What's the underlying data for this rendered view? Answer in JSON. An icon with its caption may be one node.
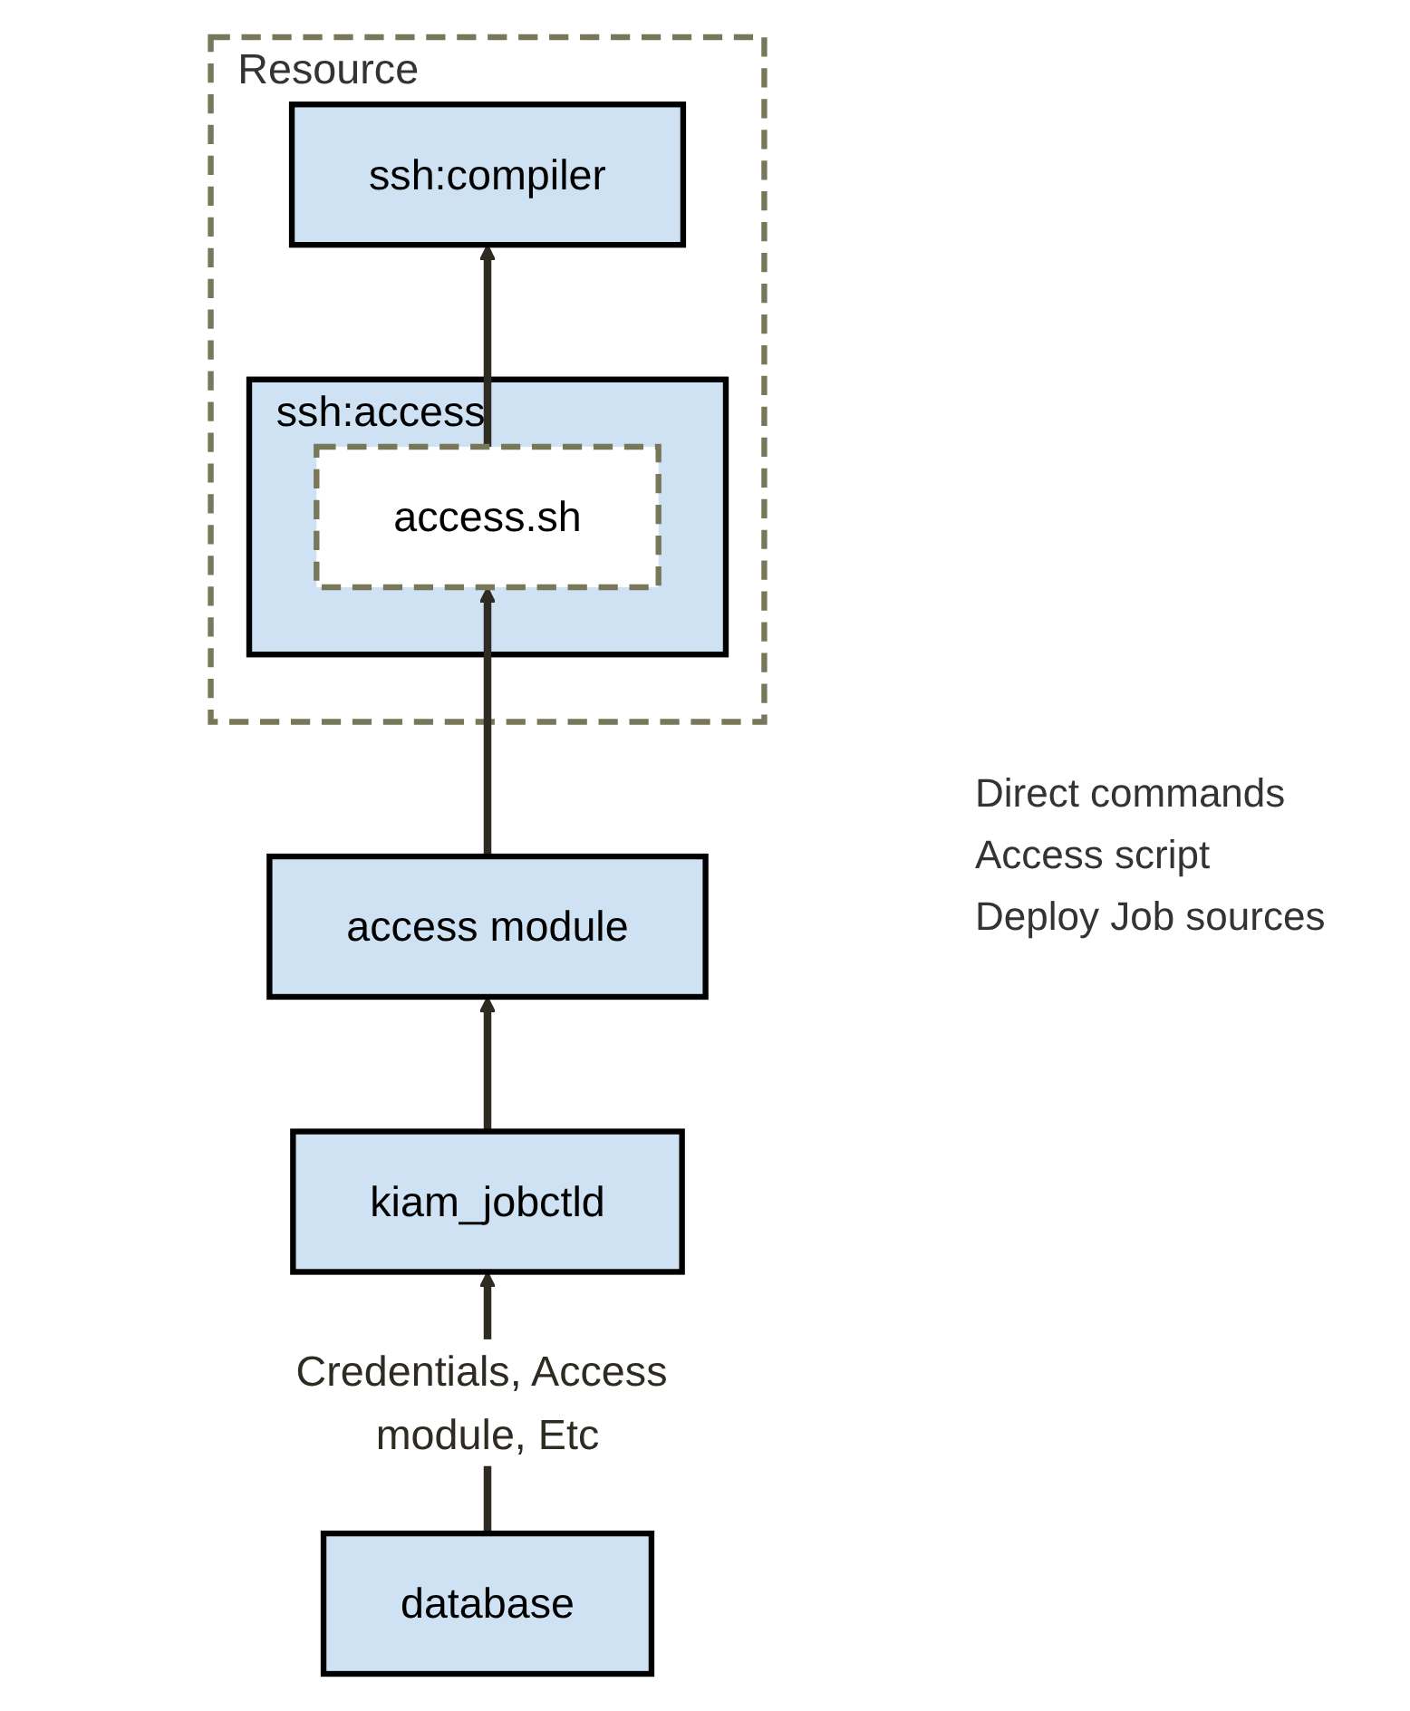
{
  "diagram": {
    "nodes": [
      {
        "text": [
          "Resource"
        ]
      },
      {
        "text": [
          "ssh:access"
        ],
        "in": 0
      },
      {
        "text": [
          "access.sh"
        ],
        "in": 1
      },
      {
        "text": [
          "ssh:compiler"
        ],
        "in": 0
      },
      {
        "text": [
          "access module"
        ]
      },
      {
        "text": [
          "kiam_jobctld"
        ]
      },
      {
        "text": [
          "database"
        ]
      }
    ],
    "edges": [
      {
        "from": 2,
        "to": 3,
        "arrow": "to"
      },
      {
        "from": 4,
        "to": 2,
        "arrow": "to"
      },
      {
        "from": 5,
        "to": 4,
        "arrow": "to"
      },
      {
        "from": 6,
        "to": 5,
        "arrow": "to",
        "label": "Credentials, Access module, Etc"
      }
    ],
    "labels": [
      "Direct commands",
      "Access script",
      "Deploy Job sources"
    ]
  }
}
